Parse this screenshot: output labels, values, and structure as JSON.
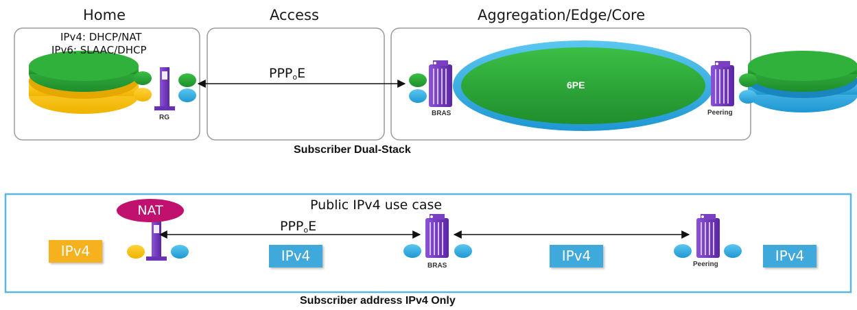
{
  "sections": {
    "home": "Home",
    "access": "Access",
    "aggregation": "Aggregation/Edge/Core"
  },
  "home_config": {
    "ipv4_line": "IPv4: DHCP/NAT",
    "ipv6_line": "IPv6: SLAAC/DHCP"
  },
  "top_diagram": {
    "ppp_main": "PPP",
    "ppp_sub": "o",
    "ppp_tail": "E",
    "rg_label": "RG",
    "bras_label": "BRAS",
    "cloud_label": "6PE",
    "peering_label": "Peering",
    "caption": "Subscriber Dual-Stack"
  },
  "bottom_diagram": {
    "title": "Public IPv4 use case",
    "nat_label": "NAT",
    "ppp_main": "PPP",
    "ppp_sub": "o",
    "ppp_tail": "E",
    "ipv4_badges": [
      "IPv4",
      "IPv4",
      "IPv4",
      "IPv4"
    ],
    "bras_label": "BRAS",
    "peering_label": "Peering",
    "caption": "Subscriber address IPv4 Only"
  },
  "colors": {
    "ipv4_green": "#2ea43a",
    "ipv6_blue": "#33aee0",
    "home_yellow": "#f6c21c",
    "router_purple": "#7a3fc2",
    "nat_magenta": "#c0116f",
    "badge_blue": "#3fa9dc",
    "badge_orange": "#f5b21e",
    "box_border": "#9b9b9b",
    "frame_blue": "#5ab6e0"
  }
}
